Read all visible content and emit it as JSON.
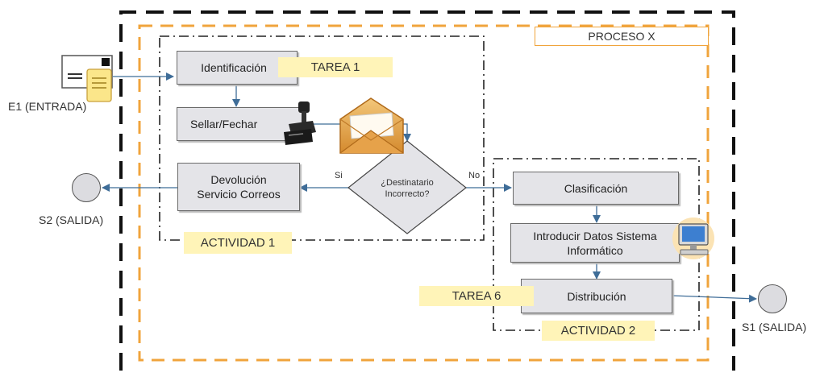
{
  "process": {
    "title": "PROCESO X"
  },
  "input": {
    "label": "E1 (ENTRADA)",
    "icon": "mail-document-icon"
  },
  "outputs": {
    "s1": {
      "label": "S1 (SALIDA)"
    },
    "s2": {
      "label": "S2 (SALIDA)"
    }
  },
  "activity1": {
    "label": "ACTIVIDAD 1",
    "task_tag": "TAREA 1",
    "steps": {
      "identificacion": "Identificación",
      "sellar": "Sellar/Fechar",
      "devolucion_line1": "Devolución",
      "devolucion_line2": "Servicio Correos"
    }
  },
  "decision": {
    "line1": "¿Destinatario",
    "line2": "Incorrecto?",
    "yes": "Si",
    "no": "No"
  },
  "activity2": {
    "label": "ACTIVIDAD 2",
    "task_tag": "TAREA 6",
    "steps": {
      "clasificacion": "Clasificación",
      "introducir_line1": "Introducir Datos Sistema",
      "introducir_line2": "Informático",
      "distribucion": "Distribución"
    }
  },
  "icons": [
    "mail-document-icon",
    "stamp-icon",
    "envelope-icon",
    "computer-icon"
  ],
  "colors": {
    "process_border": "#f0a43c",
    "box_fill": "#e4e4e8",
    "tag_fill": "#fff4b8",
    "arrow": "#3f6d98"
  }
}
